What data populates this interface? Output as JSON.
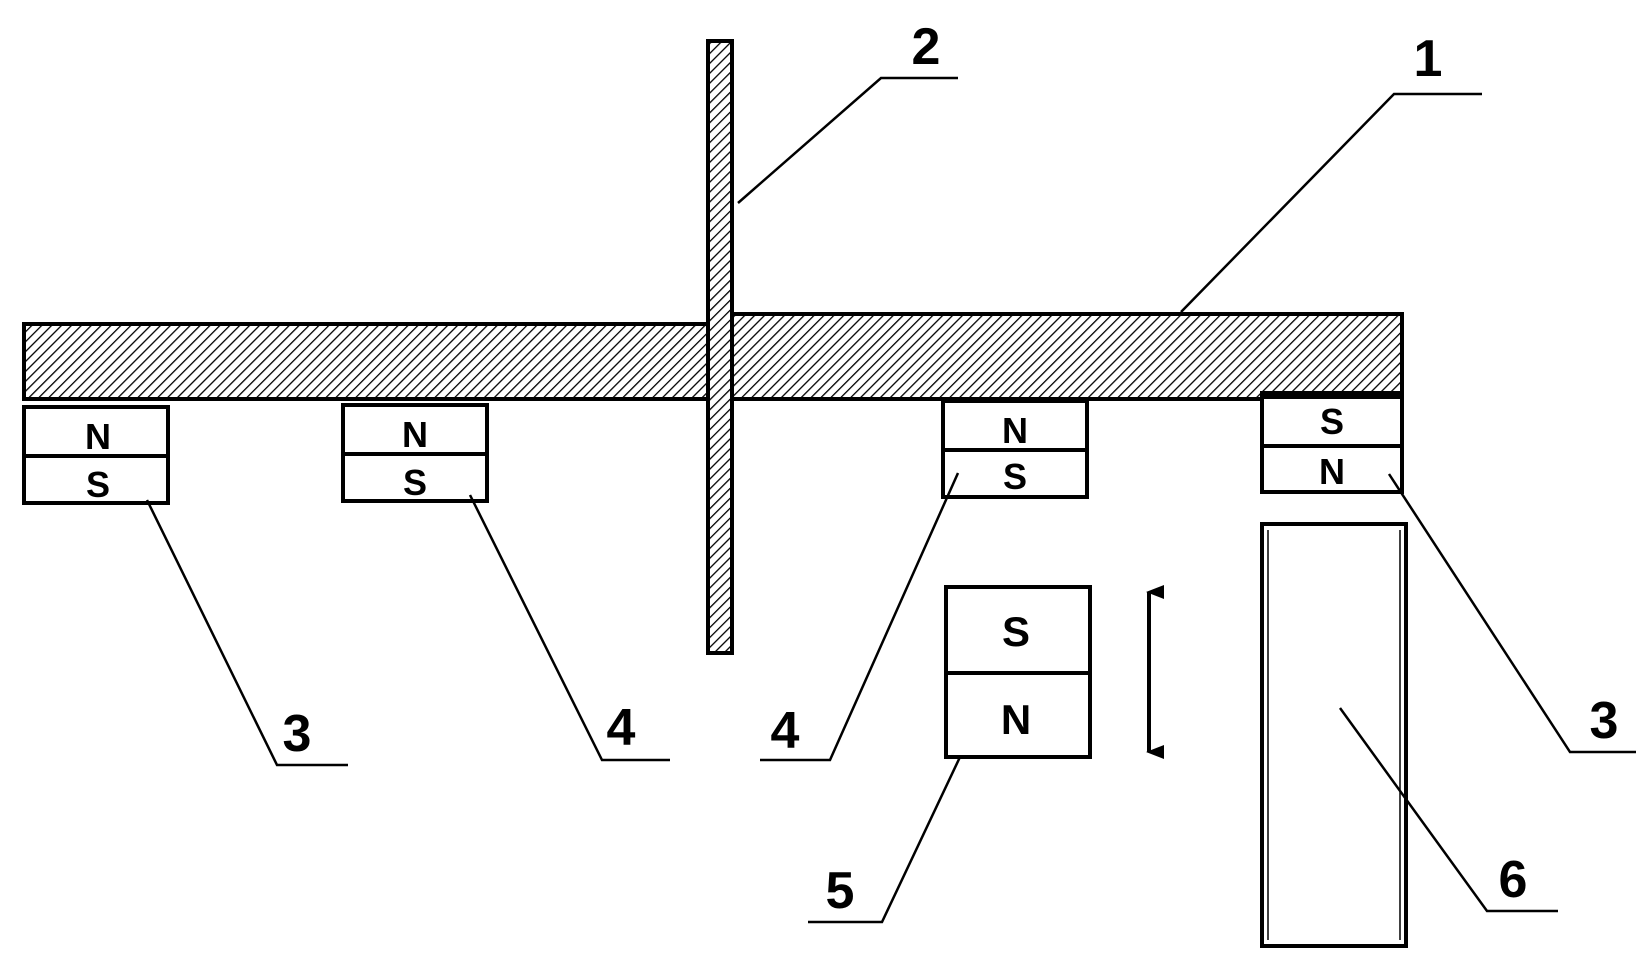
{
  "diagram": {
    "references": {
      "plate": "1",
      "shaft": "2",
      "outer_magnet_left": "3",
      "inner_magnet_left": "4",
      "inner_magnet_right": "4",
      "outer_magnet_right": "3",
      "moving_magnet": "5",
      "body": "6"
    },
    "magnets": {
      "m1": {
        "top": "N",
        "bottom": "S"
      },
      "m2": {
        "top": "N",
        "bottom": "S"
      },
      "m3": {
        "top": "N",
        "bottom": "S"
      },
      "m4": {
        "top": "S",
        "bottom": "N"
      },
      "m5": {
        "top": "S",
        "bottom": "N"
      }
    },
    "colors": {
      "ink": "#000000",
      "background": "#ffffff"
    }
  }
}
